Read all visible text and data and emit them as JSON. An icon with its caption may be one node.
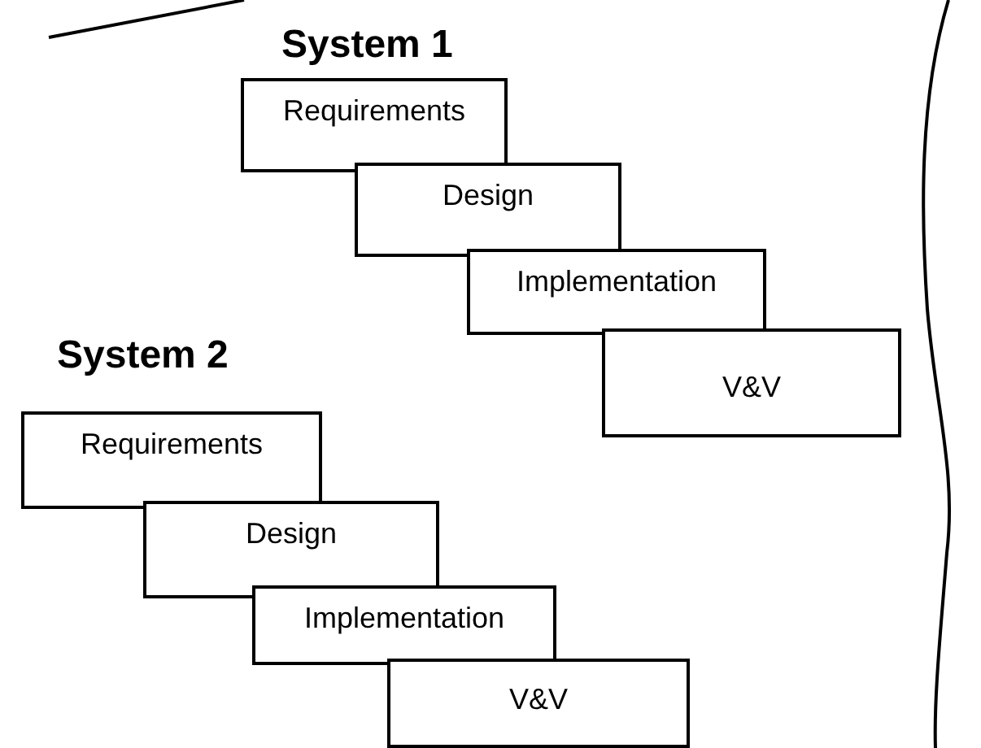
{
  "diagram": {
    "nodes": [
      {
        "text": [
          "Requirements"
        ]
      },
      {
        "text": [
          "Design"
        ]
      },
      {
        "text": [
          "Implementation"
        ]
      },
      {
        "text": [
          "V&V"
        ]
      },
      {
        "text": [
          "Requirements"
        ]
      },
      {
        "text": [
          "Design"
        ]
      },
      {
        "text": [
          "Implementation"
        ]
      },
      {
        "text": [
          "V&V"
        ]
      }
    ],
    "edges": [],
    "labels": [
      "System 1",
      "System 2"
    ]
  }
}
